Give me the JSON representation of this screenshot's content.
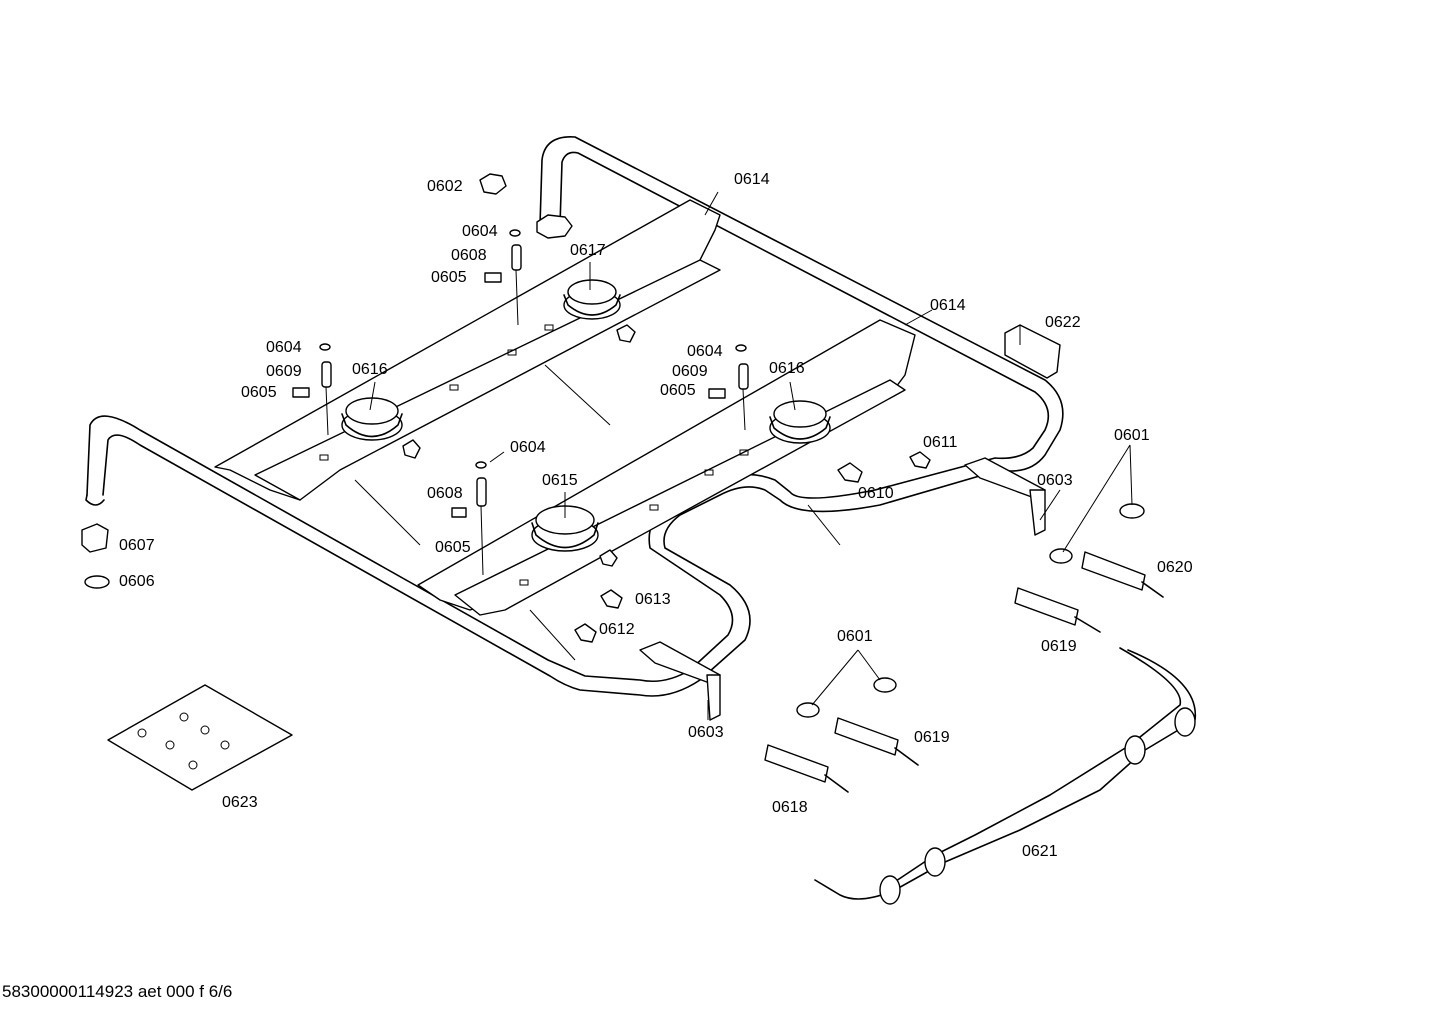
{
  "callouts": {
    "c0602": "0602",
    "c0604_a": "0604",
    "c0608_a": "0608",
    "c0605_a": "0605",
    "c0617": "0617",
    "c0614_a": "0614",
    "c0614_b": "0614",
    "c0622": "0622",
    "c0604_b": "0604",
    "c0609_b": "0609",
    "c0605_b": "0605",
    "c0616_b": "0616",
    "c0604_c": "0604",
    "c0609_c": "0609",
    "c0605_c": "0605",
    "c0616_c": "0616",
    "c0604_d": "0604",
    "c0608_d": "0608",
    "c0605_d": "0605",
    "c0615": "0615",
    "c0611": "0611",
    "c0610": "0610",
    "c0601_a": "0601",
    "c0603_a": "0603",
    "c0620": "0620",
    "c0619_a": "0619",
    "c0607": "0607",
    "c0606": "0606",
    "c0613": "0613",
    "c0612": "0612",
    "c0601_b": "0601",
    "c0619_b": "0619",
    "c0603_b": "0603",
    "c0618": "0618",
    "c0623": "0623",
    "c0621": "0621"
  },
  "footer": "58300000114923 aet 000 f 6/6"
}
